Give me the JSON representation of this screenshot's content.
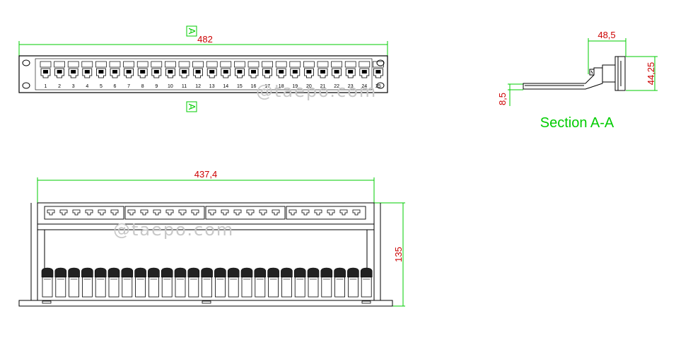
{
  "colors": {
    "dimension_line": "#00cc00",
    "dimension_text": "#cc0000",
    "section_label": "#00cc00",
    "outline": "#000000",
    "watermark": "#c8c8c8"
  },
  "front_view": {
    "width_dim": "482",
    "section_marker_top": "A",
    "section_marker_bottom": "A",
    "port_numbers": [
      "1",
      "2",
      "3",
      "4",
      "5",
      "6",
      "7",
      "8",
      "9",
      "10",
      "11",
      "12",
      "13",
      "14",
      "15",
      "16",
      "17",
      "18",
      "19",
      "20",
      "21",
      "22",
      "23",
      "24",
      "25"
    ]
  },
  "section_view": {
    "depth_dim": "48,5",
    "height_dim": "44,25",
    "plate_dim": "8,5",
    "label": "Section A-A"
  },
  "top_view": {
    "width_dim": "437,4",
    "depth_dim": "135"
  },
  "watermarks": [
    "@taepo.com",
    "@taepo.com"
  ]
}
